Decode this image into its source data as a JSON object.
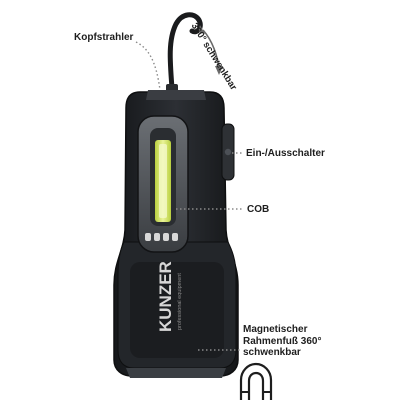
{
  "labels": {
    "kopfstrahler": "Kopfstrahler",
    "swivel": "360° schwenkbar",
    "switch": "Ein-/Ausschalter",
    "cob": "COB",
    "magnet": "Magnetischer\nRahmenfuß 360°\nschwenkbar"
  },
  "brand": {
    "name": "KUNZER",
    "tagline": "professional equipment"
  },
  "icons": [
    "hook-icon",
    "magnet-icon",
    "swivel-arrow-icon"
  ],
  "colors": {
    "body": "#1c1e21",
    "frame": "#2b2e32",
    "led": "#d7e86a",
    "led_glow": "#f2f7c0",
    "label": "#1e1e1e",
    "dots": "#7a7a7a"
  }
}
